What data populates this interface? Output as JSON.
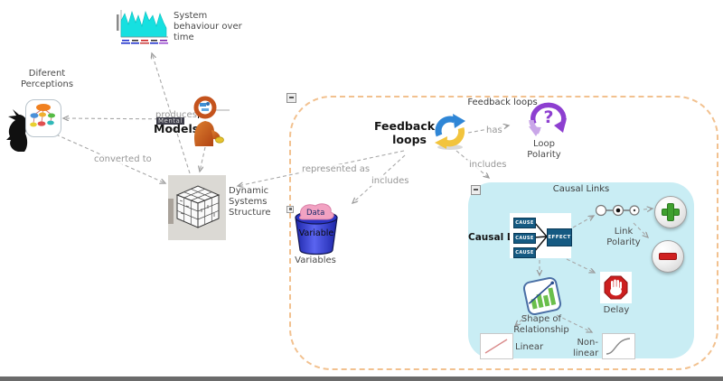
{
  "boxes": {
    "feedback": {
      "title": "Feedback loops"
    },
    "causal": {
      "title": "Causal Links"
    }
  },
  "nodes": {
    "system_behaviour": {
      "label": "System\nbehaviour over\ntime"
    },
    "perceptions": {
      "label": "Diferent\nPerceptions"
    },
    "mental_models": {
      "selected_text": "Mental",
      "label": "Models"
    },
    "structure": {
      "label": "Dynamic\nSystems\nStructure"
    },
    "feedback_loops": {
      "label": "Feedback\nloops"
    },
    "loop_polarity": {
      "label": "Loop Polarity",
      "glyph": "?"
    },
    "variables": {
      "blob_text": "Data",
      "bucket_text": "Variable",
      "label": "Variables"
    },
    "causal_link": {
      "label": "Causal Link",
      "cause": "CAUSE",
      "effect": "EFFECT"
    },
    "link_polarity": {
      "label": "Link\nPolarity"
    },
    "delay": {
      "label": "Delay"
    },
    "shape": {
      "label": "Shape of\nRelationship"
    },
    "linear": {
      "label": "Linear"
    },
    "nonlinear": {
      "label": "Non-\nlinear"
    }
  },
  "links": {
    "produces": "produces",
    "converted_to": "converted to",
    "represented_as": "represented as",
    "includes_variables": "includes",
    "includes_causal": "includes",
    "has": "has"
  },
  "icons": {
    "chart": "area-chart-icon",
    "thinker": "thinker-head-icon",
    "thought_bubble": "thought-bubble-map-icon",
    "person": "person-mental-model-icon",
    "cube": "rubik-cube-icon",
    "sync": "feedback-cycle-icon",
    "loop": "question-loop-icon",
    "bucket": "data-bucket-icon",
    "cause_effect": "cause-effect-icon",
    "node_link": "node-link-circles-icon",
    "plus": "plus-circle-icon",
    "minus": "minus-circle-icon",
    "shape_chart": "bar-trend-icon",
    "delay": "stop-hand-icon",
    "linear_graph": "linear-graph-icon",
    "nonlinear_graph": "sigmoid-graph-icon",
    "collapse": "collapse-minus-icon"
  },
  "colors": {
    "outer_border": "#f2c18f",
    "causal_bg": "#c9edf4",
    "chart_cyan": "#16e0e0",
    "plus_green": "#3fa02f",
    "minus_red": "#cf2020",
    "polarity_purple": "#8d3fd0",
    "bucket_blue": "#3a44d8",
    "blob_pink": "#f2a2c2",
    "cause_navy": "#155a82",
    "person_orange": "#c8541f",
    "arrow_gray": "#a0a0a0"
  }
}
